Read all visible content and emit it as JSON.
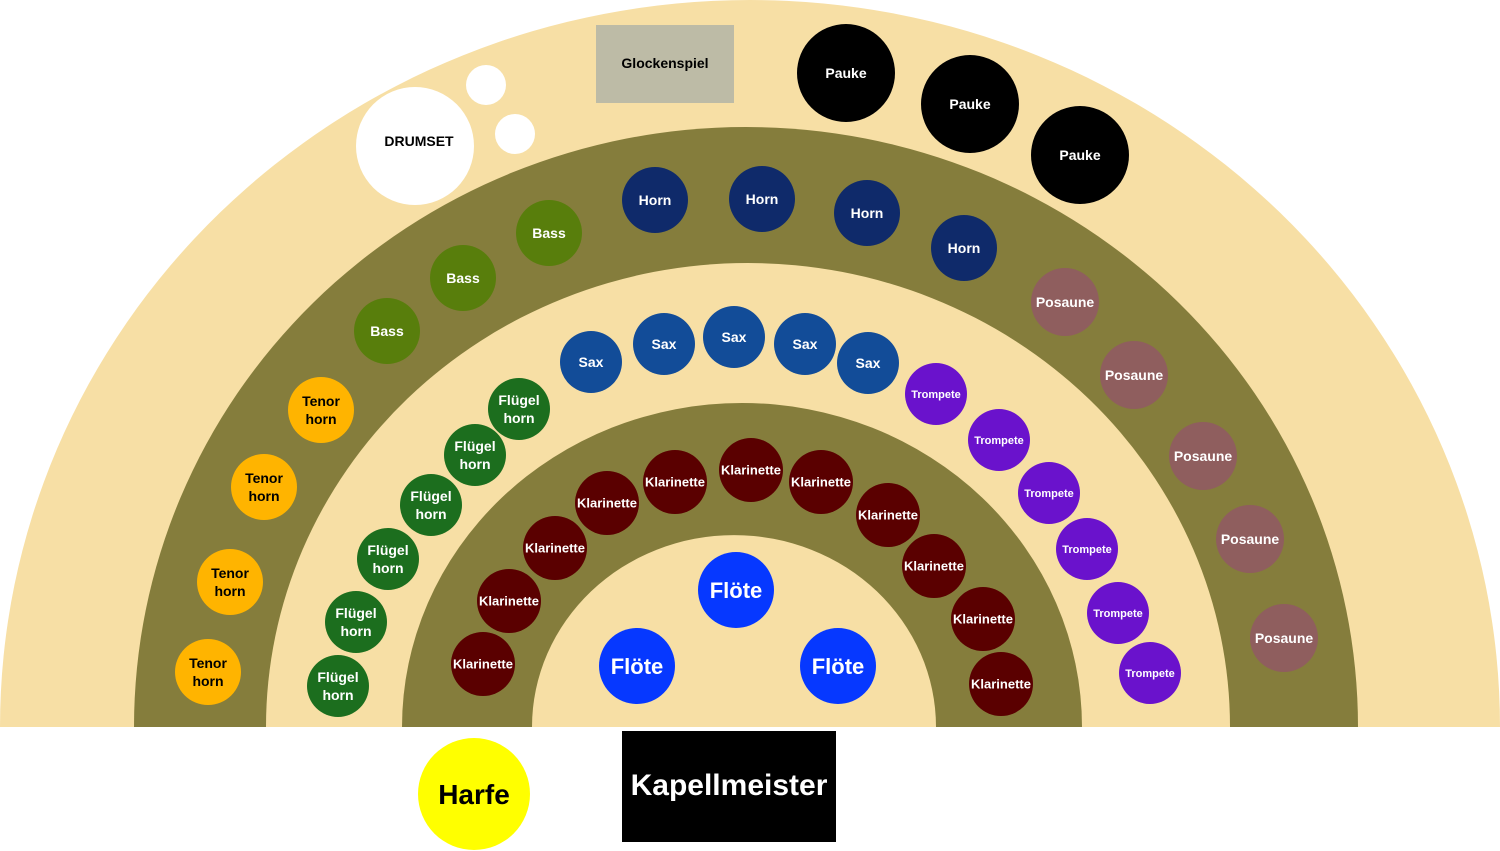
{
  "colors": {
    "light": "#F7DFA5",
    "dark": "#857D3C",
    "white": "#FFFFFF",
    "glockenspiel": "#BDBBA6",
    "pauke": "#000000",
    "horn": "#0F2A6A",
    "bass": "#587E0C",
    "posaune": "#8F5E5E",
    "tenorhorn": "#FFB400",
    "fluegelhorn": "#1C6E1E",
    "sax": "#124C98",
    "trompete": "#6A12CC",
    "klarinette": "#5A0000",
    "floete": "#0638FF",
    "harfe": "#FFFF00",
    "kapellmeister": "#000000"
  },
  "labels": {
    "drumset": "DRUMSET",
    "glockenspiel": "Glockenspiel",
    "pauke": "Pauke",
    "horn": "Horn",
    "bass": "Bass",
    "posaune": "Posaune",
    "tenorhorn_1": "Tenor",
    "tenorhorn_2": "horn",
    "fluegelhorn_1": "Flügel",
    "fluegelhorn_2": "horn",
    "sax": "Sax",
    "trompete": "Trompete",
    "klarinette": "Klarinette",
    "floete": "Flöte",
    "harfe": "Harfe",
    "kapellmeister": "Kapellmeister"
  },
  "counts": {
    "pauke": 3,
    "horn": 4,
    "bass": 3,
    "posaune": 5,
    "tenorhorn": 4,
    "fluegelhorn": 6,
    "sax": 5,
    "trompete": 6,
    "klarinette": 11,
    "floete": 3,
    "drumset_small_drums": 2
  }
}
